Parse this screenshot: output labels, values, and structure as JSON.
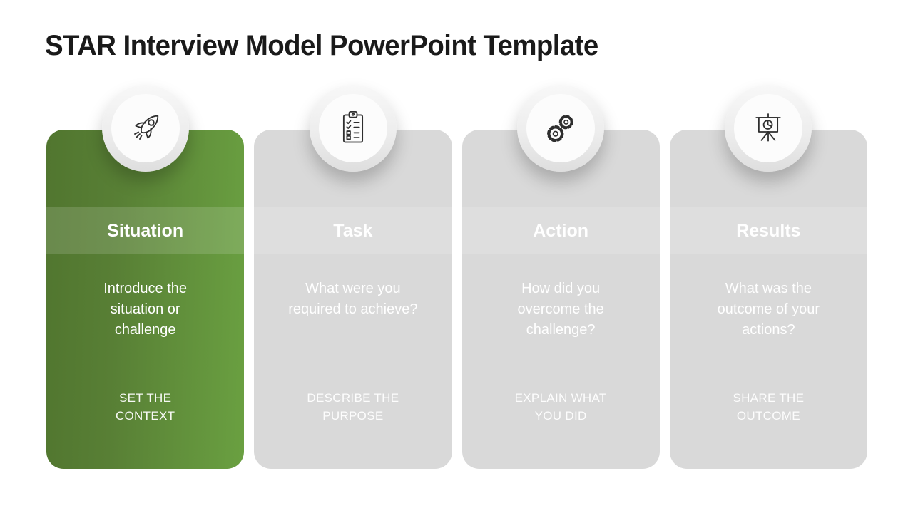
{
  "slide": {
    "title": "STAR Interview Model PowerPoint Template"
  },
  "colors": {
    "accent_green_dark": "#51762F",
    "accent_green_light": "#6AA041",
    "card_gray": "#D9D9D9",
    "band_overlay": "rgba(255,255,255,0.14)",
    "text_white": "#FFFFFF",
    "title_black": "#1A1A1A",
    "icon_stroke": "#2E2E2E",
    "badge_ring": "#EDEDED",
    "badge_face": "#FCFCFC"
  },
  "columns": [
    {
      "title": "Situation",
      "description": "Introduce the situation or challenge",
      "caption": "SET THE CONTEXT",
      "icon": "rocket-icon",
      "highlighted": true
    },
    {
      "title": "Task",
      "description": "What were you required to achieve?",
      "caption": "DESCRIBE THE PURPOSE",
      "icon": "clipboard-checklist-icon",
      "highlighted": false
    },
    {
      "title": "Action",
      "description": "How did you overcome the challenge?",
      "caption": "EXPLAIN WHAT YOU DID",
      "icon": "gears-icon",
      "highlighted": false
    },
    {
      "title": "Results",
      "description": "What was the outcome of your actions?",
      "caption": "SHARE THE OUTCOME",
      "icon": "presentation-chart-icon",
      "highlighted": false
    }
  ]
}
